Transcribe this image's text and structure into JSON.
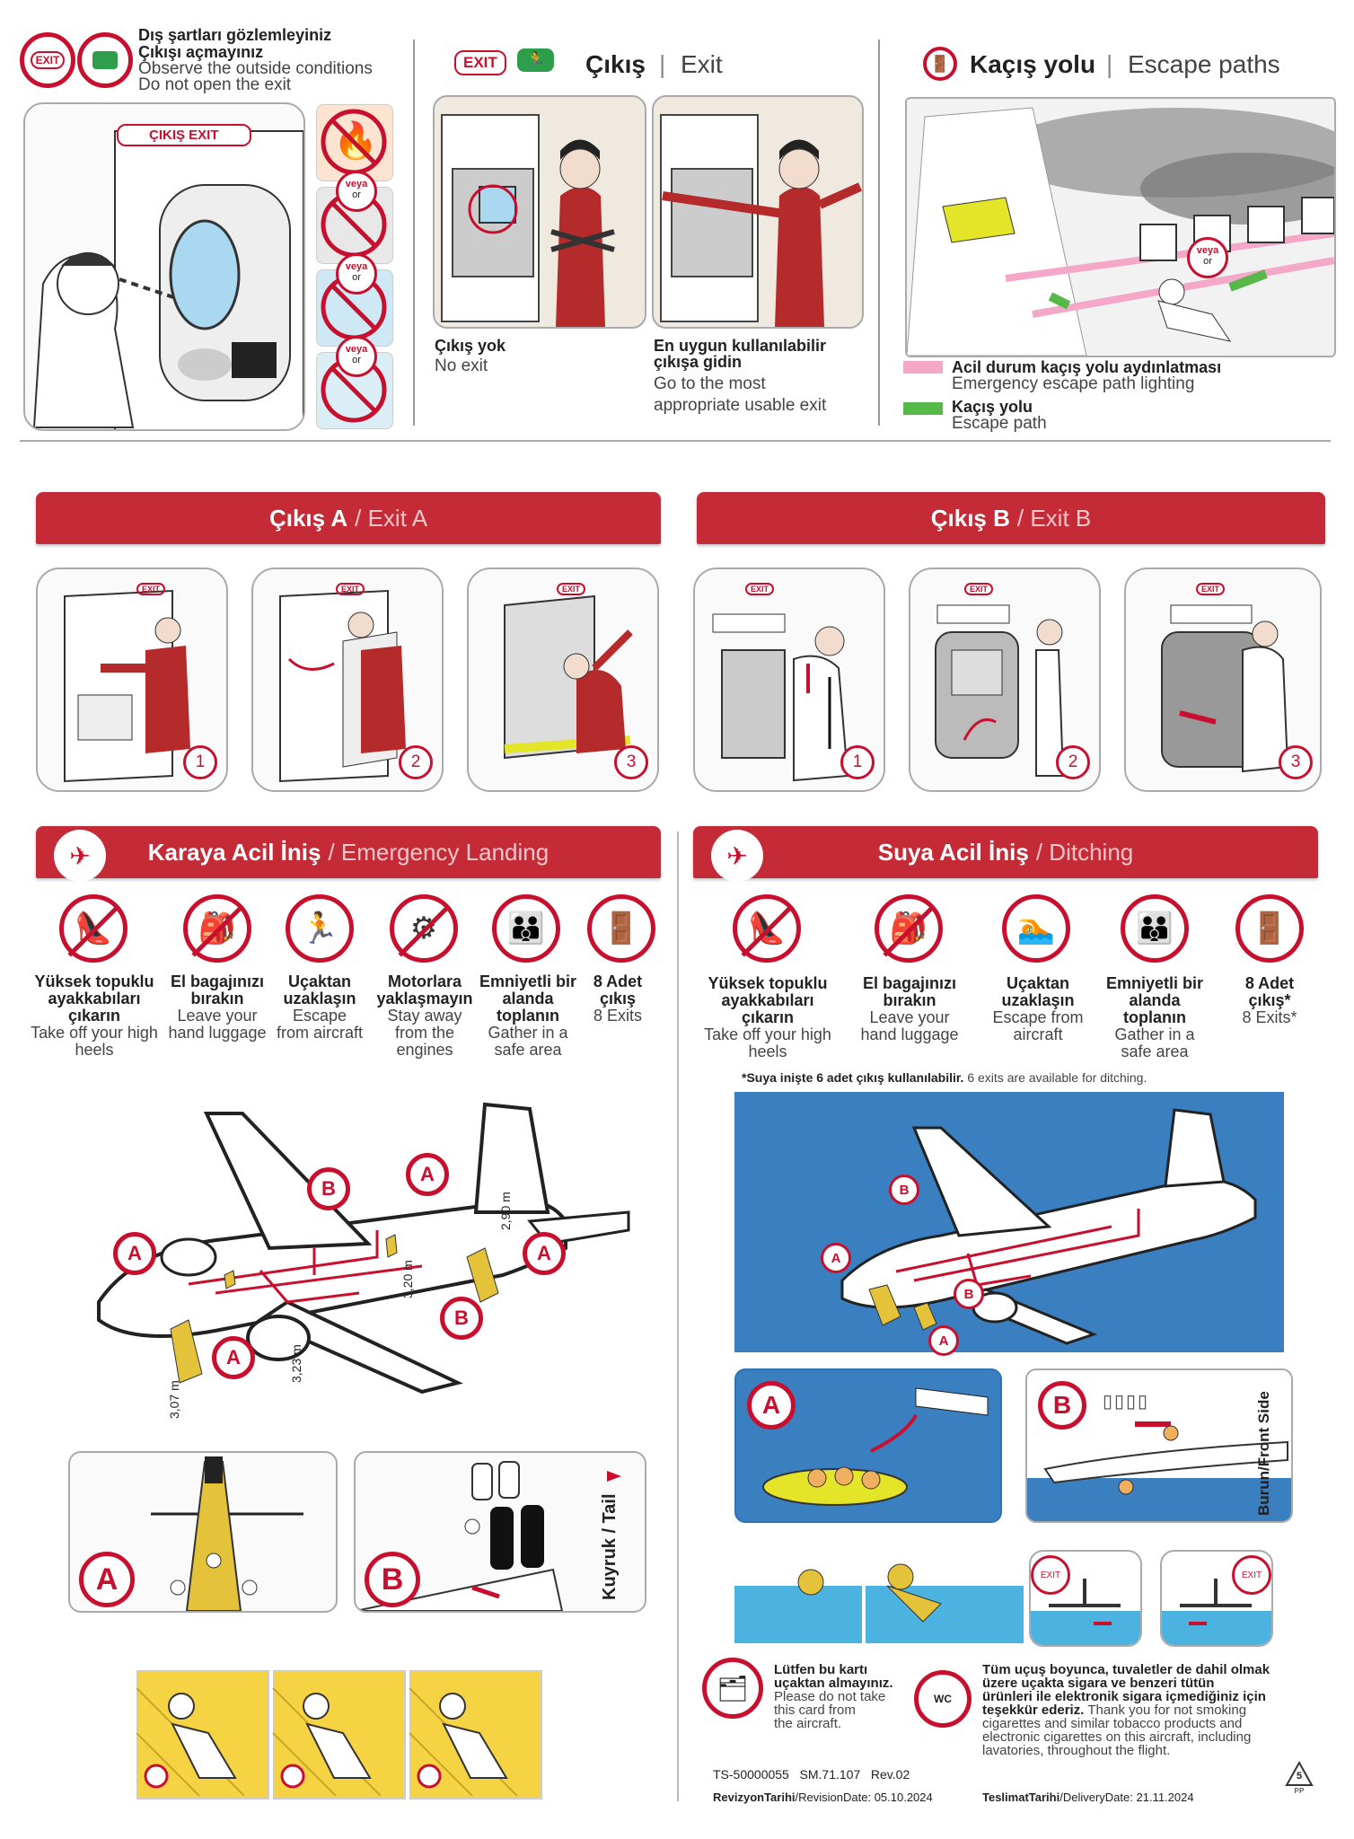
{
  "top": {
    "outside": {
      "title_tr_1": "Dış şartları gözlemleyiniz",
      "title_tr_2": "Çıkışı açmayınız",
      "title_en_1": "Observe the outside conditions",
      "title_en_2": "Do not open the exit",
      "exit_sign": "ÇIKIŞ  EXIT",
      "veya_or": [
        "veya",
        "or"
      ]
    },
    "exit": {
      "badge": "EXIT",
      "heading_tr": "Çıkış",
      "separator": "|",
      "heading_en": "Exit",
      "no_exit_tr": "Çıkış yok",
      "no_exit_en": "No exit",
      "usable_tr_1": "En uygun kullanılabilir",
      "usable_tr_2": "çıkışa gidin",
      "usable_en_1": "Go to the most",
      "usable_en_2": "appropriate usable exit"
    },
    "escape": {
      "heading_tr": "Kaçış yolu",
      "separator": "|",
      "heading_en": "Escape paths",
      "veya": "veya",
      "or": "or",
      "legend_pink_tr": "Acil durum kaçış yolu aydınlatması",
      "legend_pink_en": "Emergency escape path lighting",
      "legend_green_tr": "Kaçış yolu",
      "legend_green_en": "Escape path",
      "pink_color": "#f4a7c7",
      "green_color": "#56b848"
    }
  },
  "exit_a": {
    "title_tr": "Çıkış A",
    "title_en": "/ Exit A",
    "steps": [
      "1",
      "2",
      "3"
    ]
  },
  "exit_b": {
    "title_tr": "Çıkış B",
    "title_en": "/ Exit B",
    "steps": [
      "1",
      "2",
      "3"
    ]
  },
  "landing": {
    "title_tr": "Karaya Acil İniş",
    "title_en": "/ Emergency Landing",
    "items": [
      {
        "tr": "Yüksek topuklu ayakkabıları çıkarın",
        "en": "Take off your high heels"
      },
      {
        "tr": "El bagajınızı bırakın",
        "en": "Leave your hand luggage"
      },
      {
        "tr": "Uçaktan uzaklaşın",
        "en": "Escape from aircraft"
      },
      {
        "tr": "Motorlara yaklaşmayın",
        "en": "Stay away from the engines"
      },
      {
        "tr": "Emniyetli bir alanda toplanın",
        "en": "Gather in a safe area"
      },
      {
        "tr": "8 Adet çıkış",
        "en": "8 Exits"
      }
    ],
    "dims": [
      "2,90 m",
      "3,20 m",
      "3,23 m",
      "3,07 m"
    ],
    "letters": [
      "A",
      "B",
      "A",
      "A",
      "B",
      "A",
      "A",
      "B"
    ],
    "tail_label": "Kuyruk / Tail"
  },
  "ditching": {
    "title_tr": "Suya Acil İniş",
    "title_en": "/ Ditching",
    "items": [
      {
        "tr": "Yüksek topuklu ayakkabıları çıkarın",
        "en": "Take off your high heels"
      },
      {
        "tr": "El bagajınızı bırakın",
        "en": "Leave your hand luggage"
      },
      {
        "tr": "Uçaktan uzaklaşın",
        "en": "Escape from aircraft"
      },
      {
        "tr": "Emniyetli bir alanda toplanın",
        "en": "Gather in a safe area"
      },
      {
        "tr": "8 Adet çıkış*",
        "en": "8 Exits*"
      }
    ],
    "note_tr": "*Suya inişte 6 adet çıkış kullanılabilir.",
    "note_en": "6 exits are available for ditching.",
    "letters": [
      "B",
      "A",
      "B",
      "A"
    ],
    "front_label": "Burun/Front Side",
    "exit_word": "EXIT"
  },
  "footer": {
    "card_tr_1": "Lütfen bu kartı",
    "card_tr_2": "uçaktan almayınız.",
    "card_en_1": "Please do not take",
    "card_en_2": "this card from",
    "card_en_3": "the aircraft.",
    "smoke_tr_1": "Tüm uçuş boyunca, tuvaletler de dahil olmak",
    "smoke_tr_2": "üzere uçakta sigara ve benzeri tütün",
    "smoke_tr_3": "ürünleri ile elektronik sigara içmediğiniz için",
    "smoke_tr_4": "teşekkür ederiz.",
    "smoke_en_1": "Thank you for not smoking",
    "smoke_en_2": "cigarettes and similar tobacco products and",
    "smoke_en_3": "electronic cigarettes on this aircraft, including",
    "smoke_en_4": "lavatories, throughout the flight.",
    "code_1": "TS-50000055",
    "code_2": "SM.71.107",
    "code_3": "Rev.02",
    "revision_label_tr": "RevizyonTarihi",
    "revision_label_en": "/RevisionDate:",
    "revision_date": "05.10.2024",
    "delivery_label_tr": "TeslimatTarihi",
    "delivery_label_en": "/DeliveryDate:",
    "delivery_date": "21.11.2024",
    "recycle_num": "5",
    "recycle_code": "PP",
    "wc": "WC"
  }
}
